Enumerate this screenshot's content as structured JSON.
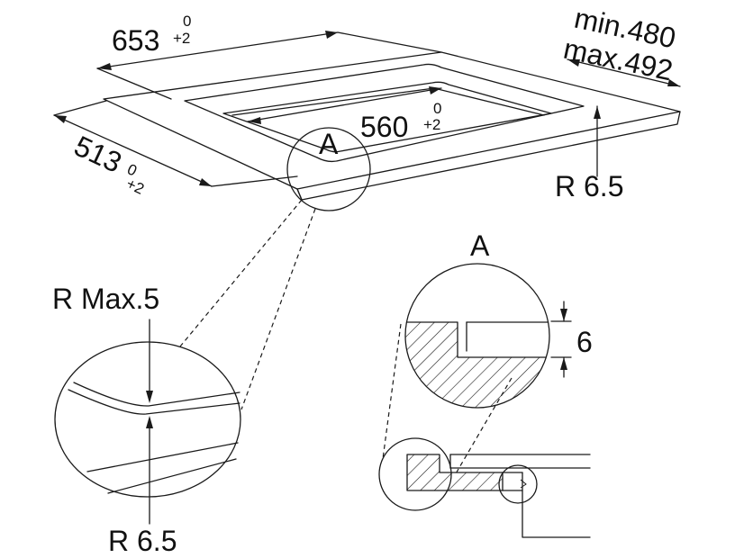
{
  "top_view": {
    "width_main": "653",
    "width_tol_upper": "0",
    "width_tol_lower": "+2",
    "depth_main": "513",
    "depth_tol_upper": "0",
    "depth_tol_lower": "+2",
    "cutout_main": "560",
    "cutout_tol_upper": "0",
    "cutout_tol_lower": "+2",
    "min_label": "min.480",
    "max_label": "max.492",
    "corner_radius": "R 6.5",
    "detail_marker": "A"
  },
  "detail_left": {
    "radius_top": "R Max.5",
    "radius_bottom": "R 6.5"
  },
  "detail_right": {
    "title": "A",
    "step_height": "6"
  }
}
